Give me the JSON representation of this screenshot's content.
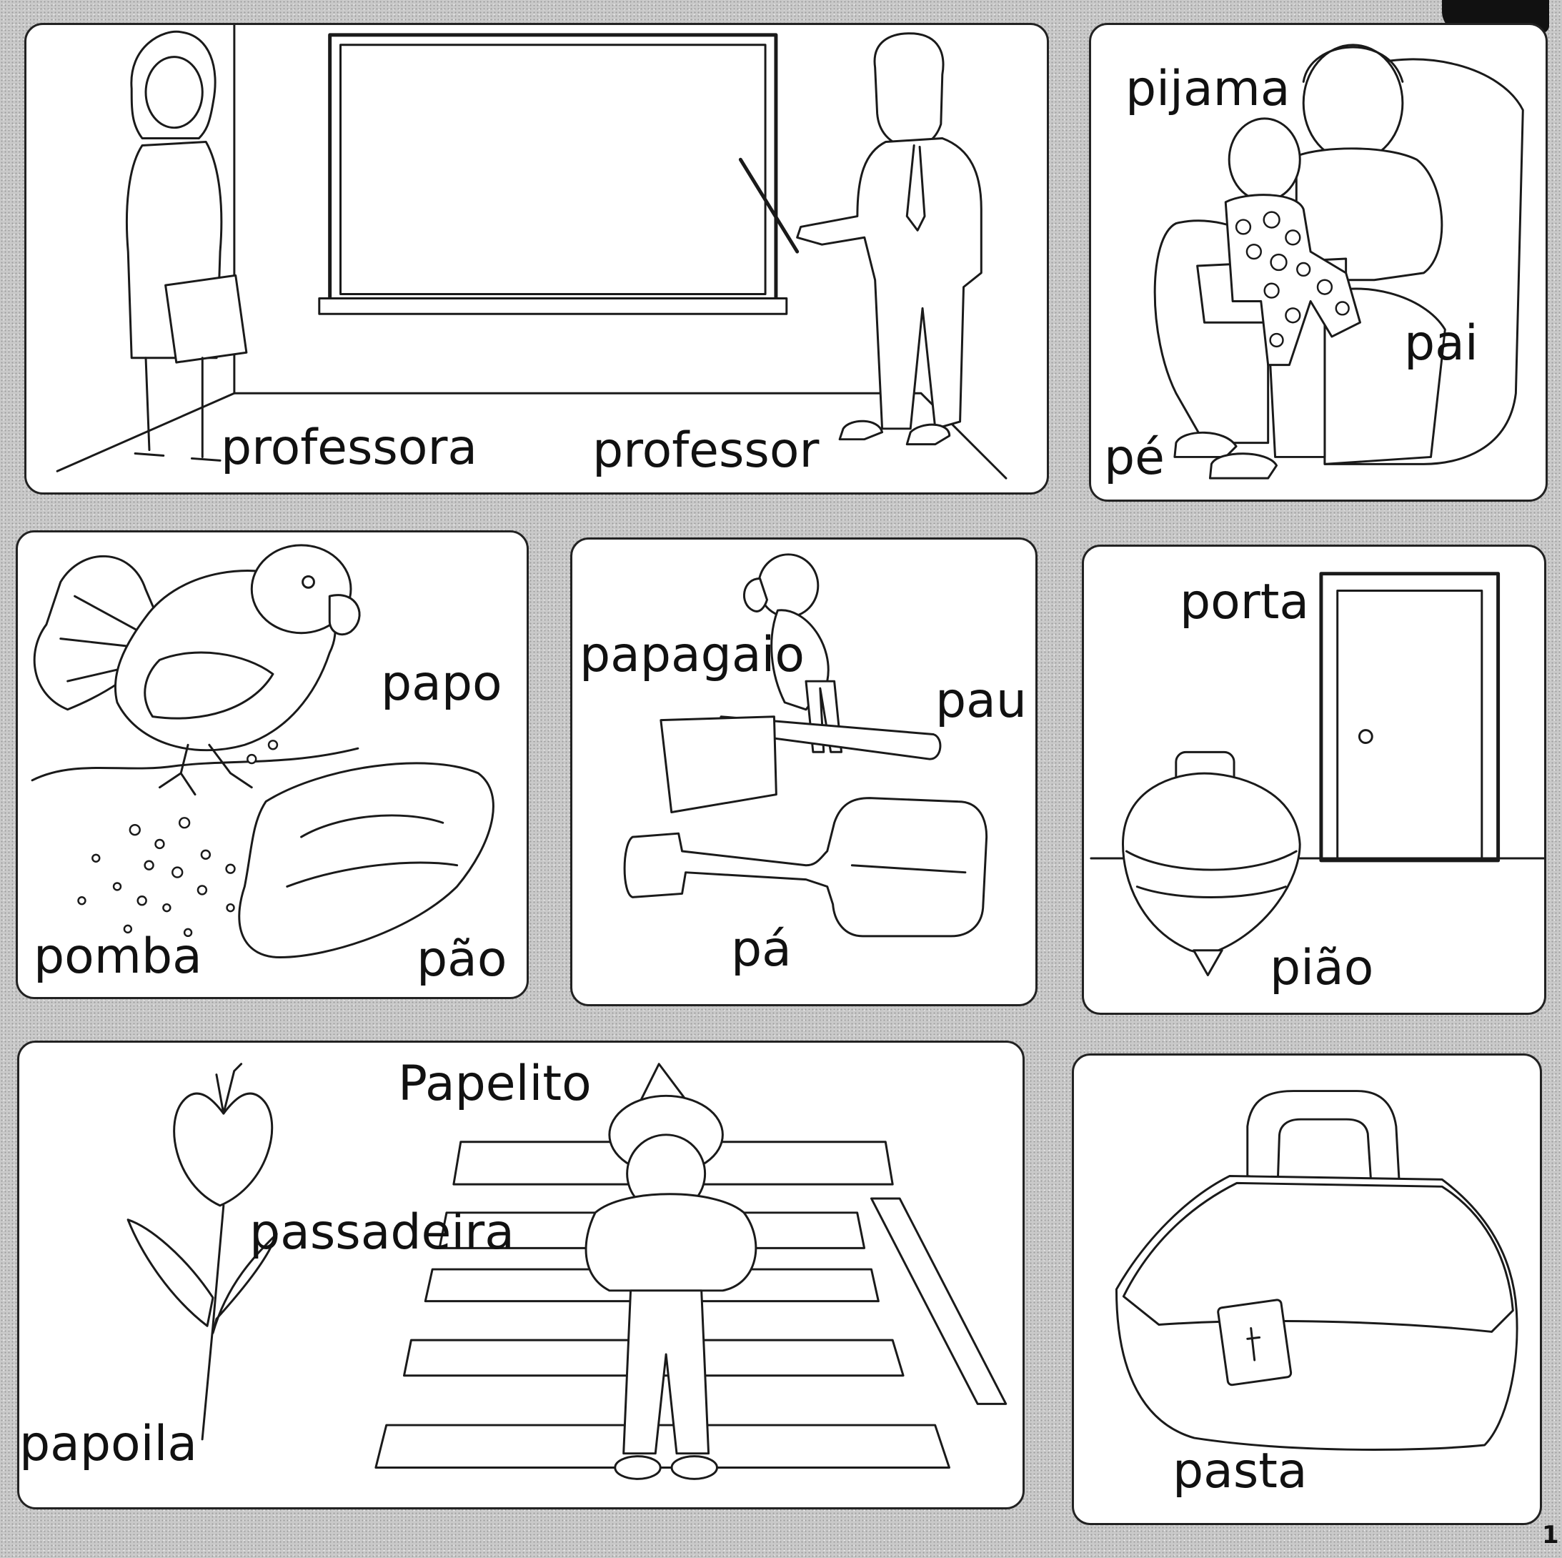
{
  "page": {
    "number": "1"
  },
  "cards": {
    "classroom": {
      "words": {
        "professora": "professora",
        "professor": "professor"
      }
    },
    "father": {
      "words": {
        "pijama": "pijama",
        "pai": "pai",
        "pe": "pé"
      }
    },
    "pigeon": {
      "words": {
        "papo": "papo",
        "pomba": "pomba",
        "pao": "pão"
      }
    },
    "parrot": {
      "words": {
        "papagaio": "papagaio",
        "pau": "pau",
        "pa": "pá"
      }
    },
    "door": {
      "words": {
        "porta": "porta",
        "piao": "pião"
      }
    },
    "clown": {
      "words": {
        "papelito": "Papelito",
        "passadeira": "passadeira",
        "papoila": "papoila"
      }
    },
    "bag": {
      "words": {
        "pasta": "pasta"
      }
    }
  }
}
